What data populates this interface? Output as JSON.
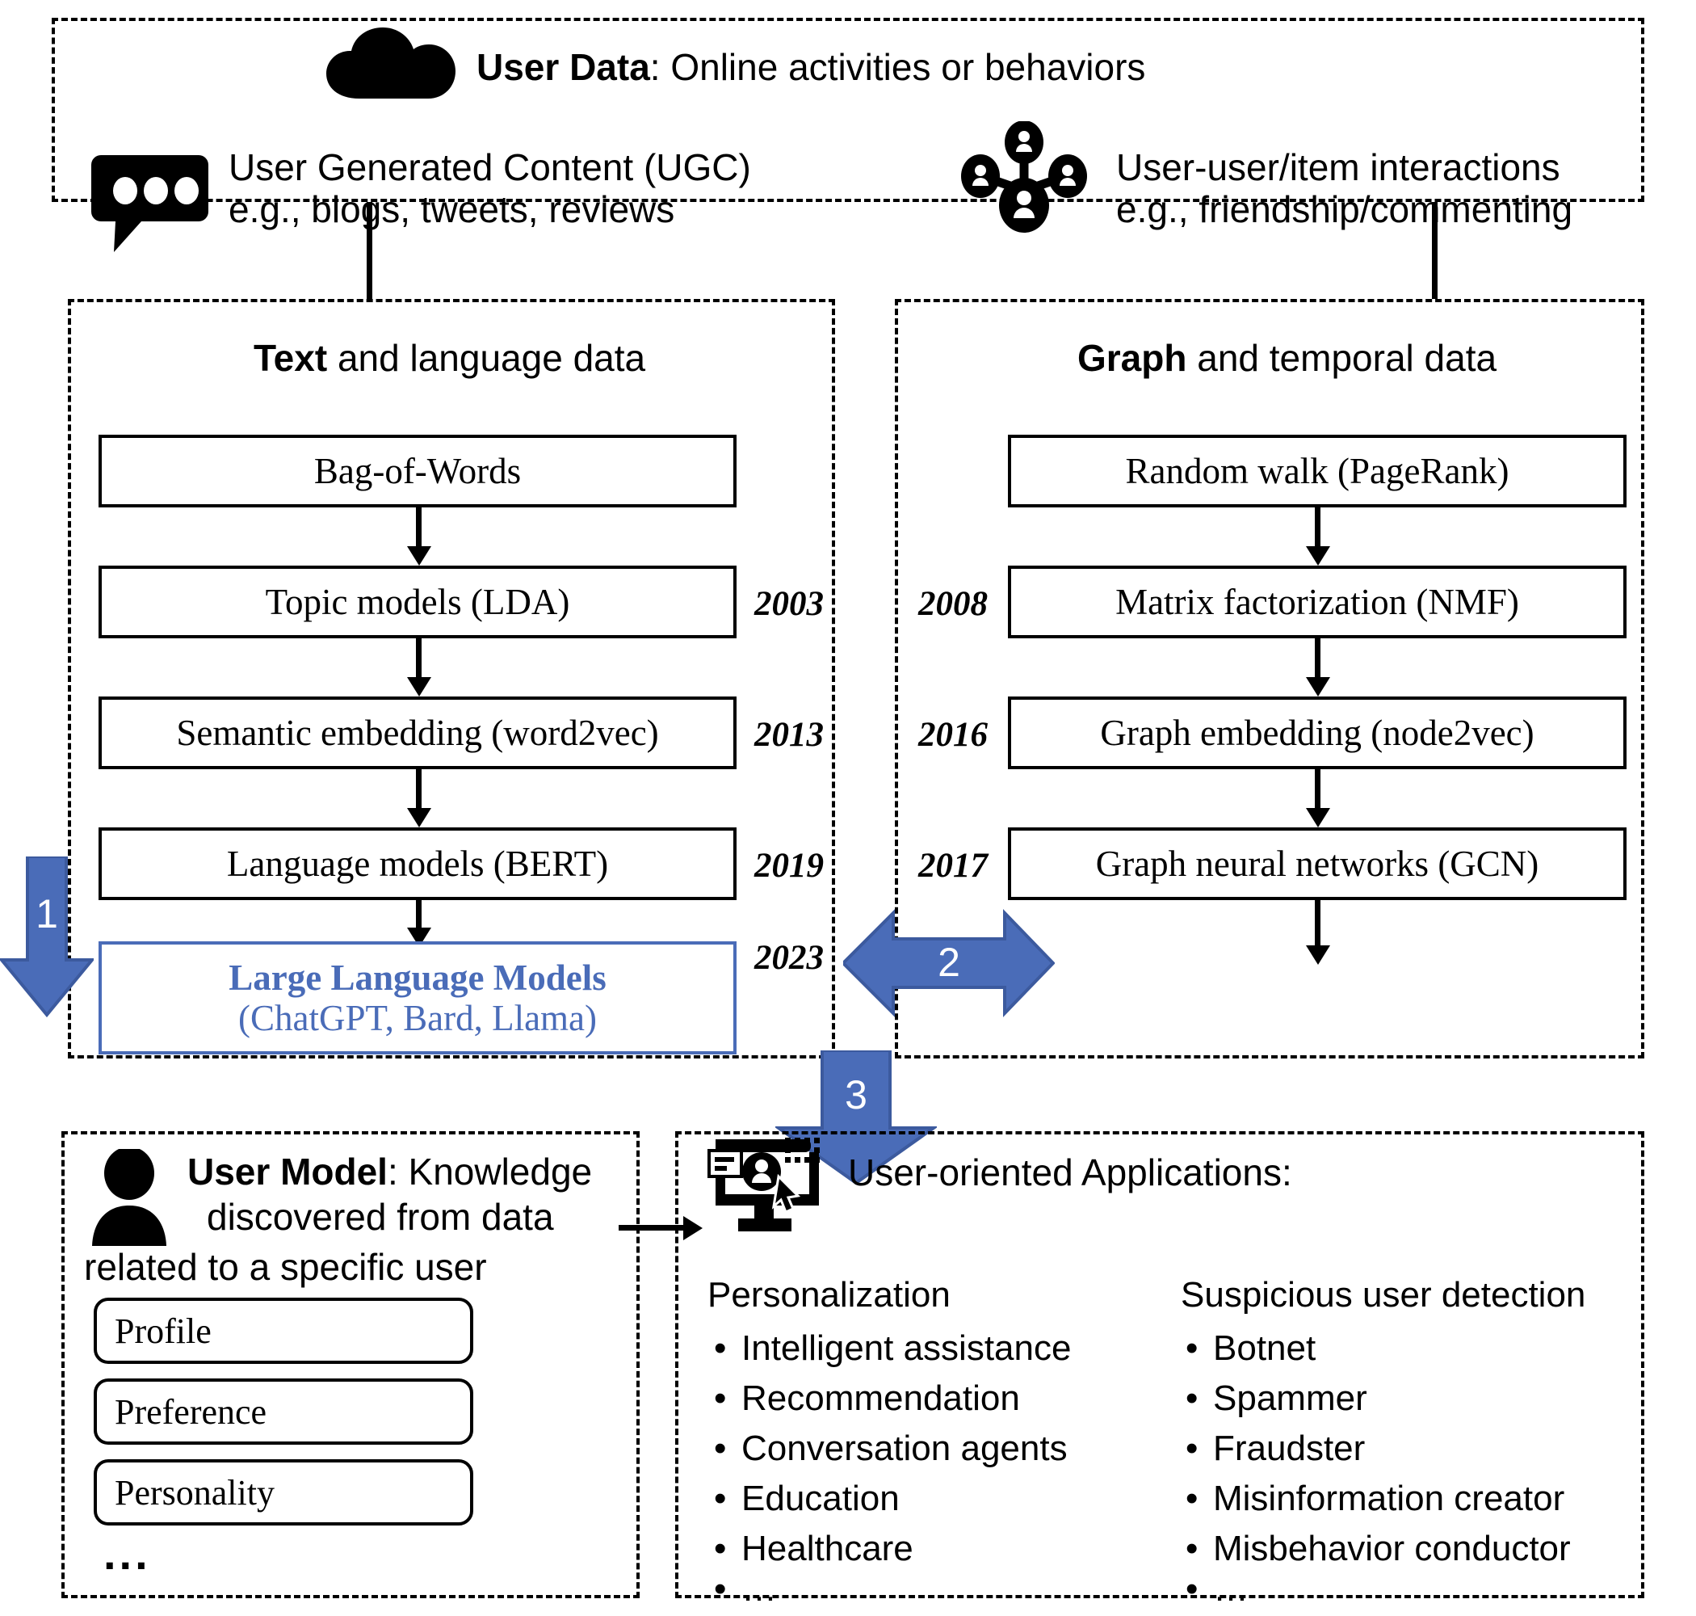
{
  "theme": {
    "accent_blue": "#4A6CB8",
    "llm_border": "#4A6CB8",
    "text": "#000000",
    "bg": "#FFFFFF"
  },
  "user_data_panel": {
    "title_bold": "User Data",
    "title_rest": ": Online activities or behaviors",
    "cloud_icon": "cloud-icon",
    "sources": [
      {
        "icon": "chat-bubble-icon",
        "line1": "User Generated Content (UGC)",
        "line2": "e.g., blogs, tweets, reviews"
      },
      {
        "icon": "network-users-icon",
        "line1": "User-user/item interactions",
        "line2": "e.g., friendship/commenting"
      }
    ]
  },
  "text_column": {
    "title_bold": "Text",
    "title_rest": " and language data",
    "boxes": [
      {
        "label": "Bag-of-Words",
        "year": ""
      },
      {
        "label": "Topic models (LDA)",
        "year": "2003"
      },
      {
        "label": "Semantic embedding (word2vec)",
        "year": "2013"
      },
      {
        "label": "Language models (BERT)",
        "year": "2019"
      }
    ],
    "highlight_box": {
      "line1": "Large Language Models",
      "line2": "(ChatGPT, Bard, Llama)",
      "year": "2023"
    }
  },
  "graph_column": {
    "title_bold": "Graph",
    "title_rest": " and temporal data",
    "boxes": [
      {
        "label": "Random walk (PageRank)",
        "year": ""
      },
      {
        "label": "Matrix factorization (NMF)",
        "year": "2008"
      },
      {
        "label": "Graph embedding (node2vec)",
        "year": "2016"
      },
      {
        "label": "Graph neural networks (GCN)",
        "year": "2017"
      }
    ]
  },
  "blue_arrows": [
    {
      "id": "arrow-1",
      "label": "1",
      "direction": "down"
    },
    {
      "id": "arrow-2",
      "label": "2",
      "direction": "left-right"
    },
    {
      "id": "arrow-3",
      "label": "3",
      "direction": "down"
    }
  ],
  "user_model_panel": {
    "icon": "person-icon",
    "title_bold": "User Model",
    "text_line1": ": Knowledge",
    "text_line2": "discovered from data",
    "text_line3": "related to a specific user",
    "items": [
      "Profile",
      "Preference",
      "Personality"
    ],
    "ellipsis": "..."
  },
  "applications_panel": {
    "icon": "monitor-user-icon",
    "title": "User-oriented Applications:",
    "columns": [
      {
        "heading": "Personalization",
        "bullets": [
          "Intelligent assistance",
          "Recommendation",
          "Conversation agents",
          "Education",
          "Healthcare",
          "…"
        ]
      },
      {
        "heading": "Suspicious user detection",
        "bullets": [
          "Botnet",
          "Spammer",
          "Fraudster",
          "Misinformation creator",
          "Misbehavior conductor",
          "…"
        ]
      }
    ]
  }
}
